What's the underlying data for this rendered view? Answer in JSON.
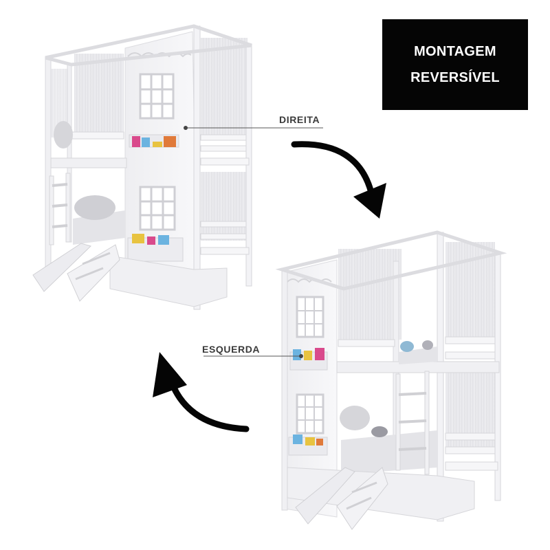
{
  "badge": {
    "line1": "MONTAGEM",
    "line2": "REVERSÍVEL"
  },
  "callouts": {
    "right": "DIREITA",
    "left": "ESQUERDA"
  },
  "colors": {
    "background": "#ffffff",
    "badge_bg": "#050505",
    "badge_text": "#ffffff",
    "furniture": "#f4f4f6",
    "arrow": "#050505"
  },
  "icons": [
    "curved-arrow-down-icon",
    "curved-arrow-up-icon"
  ]
}
